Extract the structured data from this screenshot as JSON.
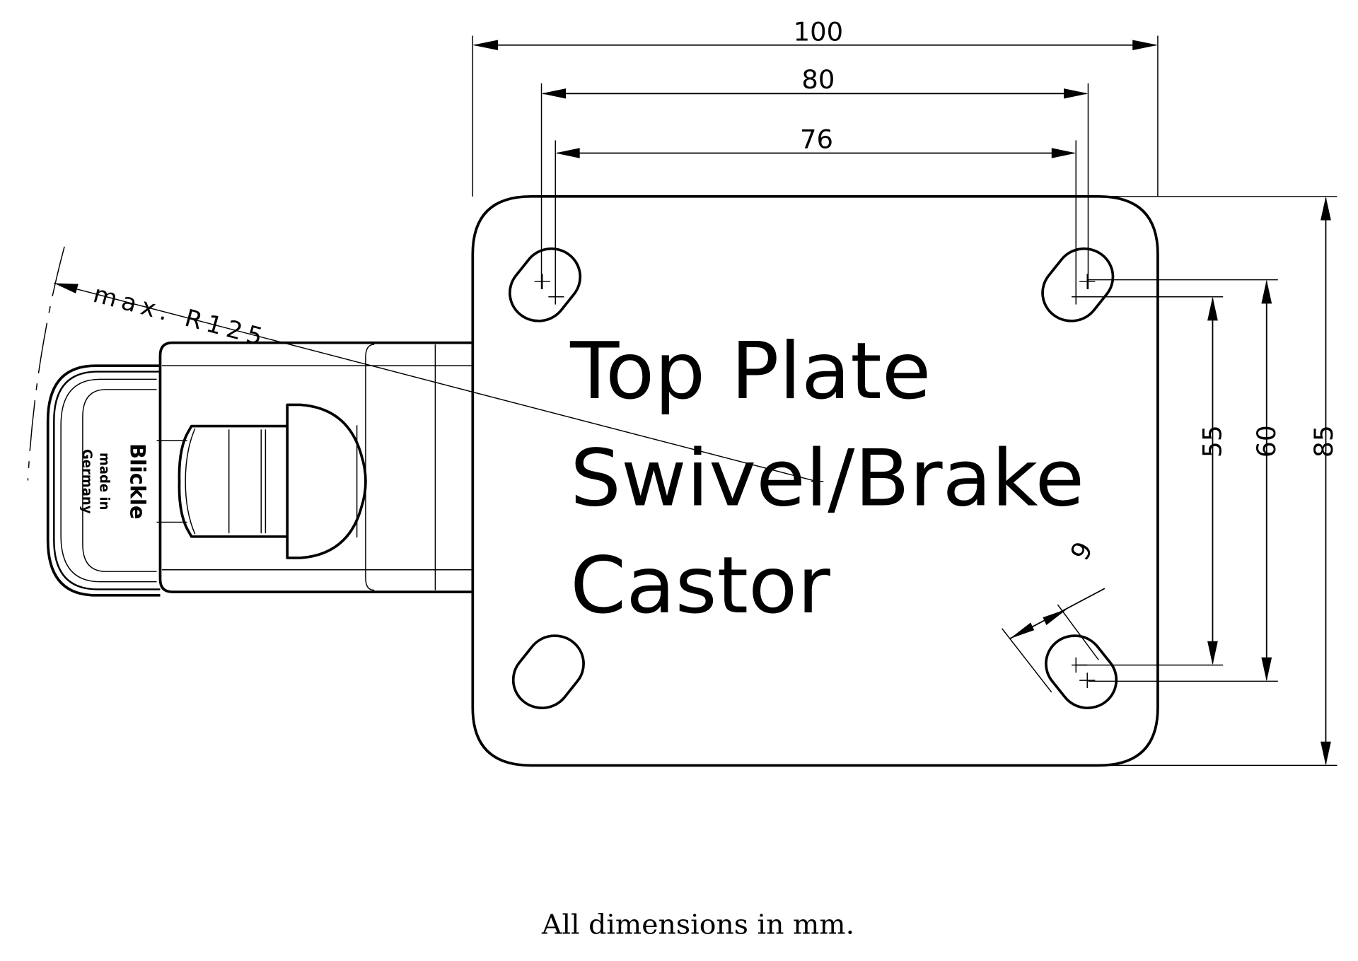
{
  "drawing": {
    "title_lines": [
      "Top Plate",
      "Swivel/Brake",
      "Castor"
    ],
    "footer": "All dimensions in mm.",
    "units": "mm",
    "dimensions": {
      "plate_width": "100",
      "hole_spacing_outer_x": "80",
      "hole_spacing_inner_x": "76",
      "plate_height": "85",
      "hole_spacing_outer_y": "60",
      "hole_spacing_inner_y": "55",
      "slot_width": "9",
      "swivel_radius": "max. R125"
    },
    "logo": {
      "brand": "Blickle",
      "line1": "made in",
      "line2": "Germany"
    }
  }
}
